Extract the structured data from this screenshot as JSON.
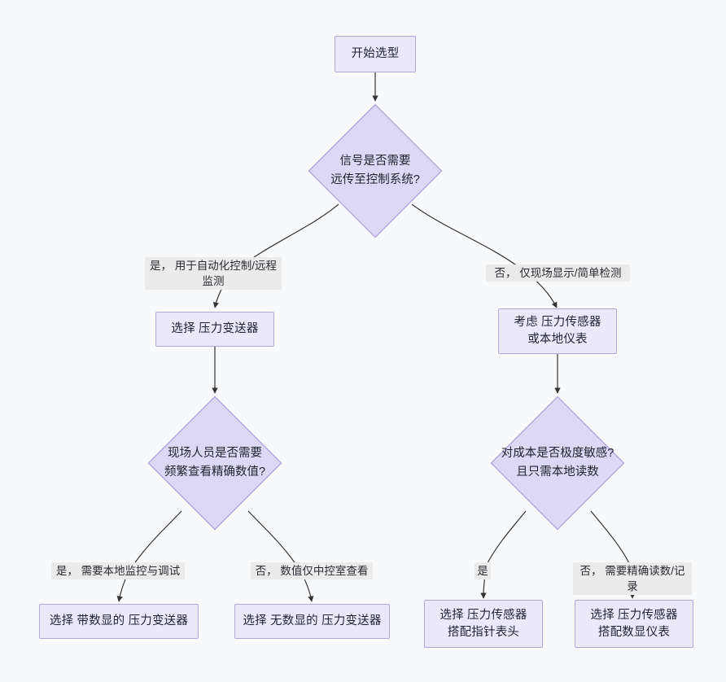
{
  "diagram": {
    "type": "flowchart",
    "orientation": "top-down",
    "background_color": "#f8f9fb",
    "node_fill": "#ebe8fb",
    "node_border": "#b5a6dd",
    "edge_color": "#333333",
    "edge_label_bg": "#ebebeb",
    "nodes": {
      "start": "开始选型",
      "decision_signal": "信号是否需要\n远传至控制系统?",
      "choose_transmitter": "选择 压力变送器",
      "consider_sensor": "考虑 压力传感器\n或本地仪表",
      "decision_onsite_read": "现场人员是否需要\n频繁查看精确数值?",
      "decision_cost": "对成本是否极度敏感?\n且只需本地读数",
      "result_with_display": "选择 带数显的 压力变送器",
      "result_no_display": "选择 无数显的 压力变送器",
      "result_pointer_gauge": "选择 压力传感器\n搭配指针表头",
      "result_digital_meter": "选择 压力传感器\n搭配数显仪表"
    },
    "edge_labels": {
      "yes_automation": "是， 用于自动化控制/远程\n监测",
      "no_local_only": "否， 仅现场显示/简单检测",
      "yes_local_monitor": "是， 需要本地监控与调试",
      "no_control_room": "否， 数值仅中控室查看",
      "yes_short": "是",
      "no_need_accurate": "否， 需要精确读数/记录"
    }
  }
}
